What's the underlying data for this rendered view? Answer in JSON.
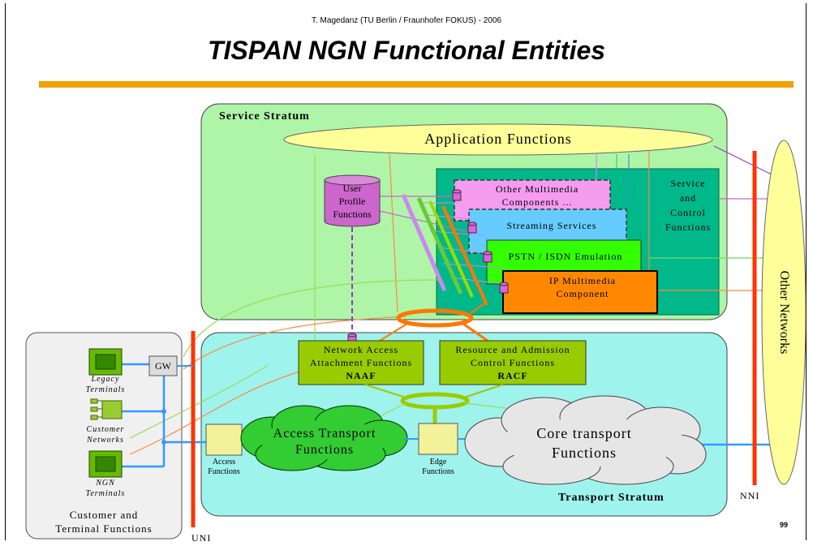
{
  "slide": {
    "author": "T. Magedanz (TU Berlin / Fraunhofer FOKUS) - 2006",
    "title": "TISPAN NGN Functional Entities",
    "page_number": "99"
  },
  "colors": {
    "title_rule": "#f0a000",
    "service_stratum": "#aef5a8",
    "transport_stratum": "#9ef3ec",
    "control_box": "#00b88a",
    "app_ellipse": "#ffff99",
    "other_networks": "#ffff99",
    "multimedia": "#f59cf0",
    "streaming": "#66ccff",
    "pstn": "#33ff00",
    "ims": "#ff8800",
    "naaf_racf": "#99cc00",
    "nni_uni": "#ff3300"
  },
  "service": {
    "stratum_label": "Service Stratum",
    "app_functions": "Application Functions",
    "control_label": [
      "Service",
      "and",
      "Control",
      "Functions"
    ],
    "user_profile": [
      "User",
      "Profile",
      "Functions"
    ],
    "components": {
      "multimedia": [
        "Other Multimedia",
        "Components ..."
      ],
      "streaming": "Streaming Services",
      "pstn": "PSTN / ISDN Emulation",
      "ims": [
        "IP Multimedia",
        "Component"
      ]
    }
  },
  "transport": {
    "stratum_label": "Transport Stratum",
    "naaf": [
      "Network Access",
      "Attachment Functions",
      "NAAF"
    ],
    "racf": [
      "Resource and Admission",
      "Control Functions",
      "RACF"
    ],
    "access_transport": [
      "Access Transport",
      "Functions"
    ],
    "core_transport": [
      "Core transport",
      "Functions"
    ],
    "access_functions": [
      "Access",
      "Functions"
    ],
    "edge_functions": [
      "Edge",
      "Functions"
    ]
  },
  "customer": {
    "gw": "GW",
    "legacy": [
      "Legacy",
      "Terminals"
    ],
    "customer_networks": [
      "Customer",
      "Networks"
    ],
    "ngn": [
      "NGN",
      "Terminals"
    ],
    "label": [
      "Customer and",
      "Terminal Functions"
    ]
  },
  "interfaces": {
    "uni": "UNI",
    "nni": "NNI",
    "other_networks": "Other Networks"
  }
}
